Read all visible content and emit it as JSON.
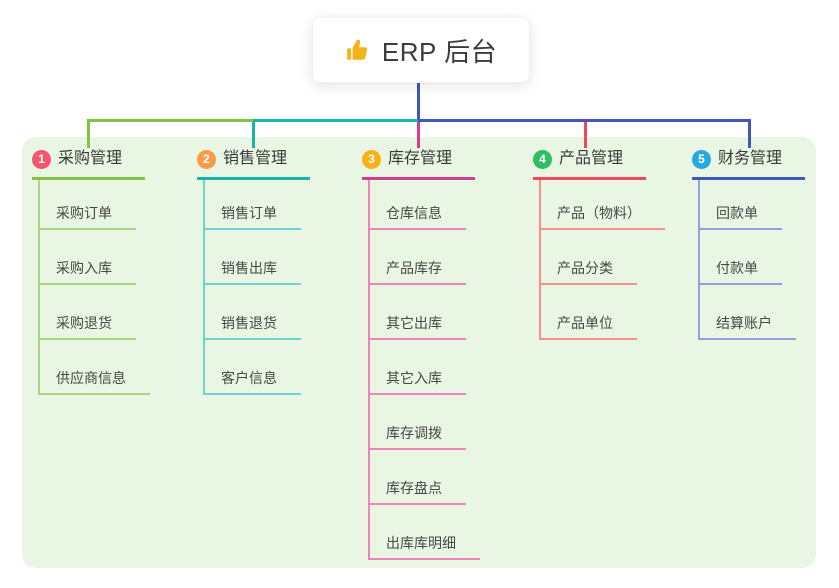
{
  "root": {
    "title": "ERP 后台",
    "icon": "thumbs-up",
    "connector_color": "#4056c0"
  },
  "branches": [
    {
      "badge": "1",
      "title": "采购管理",
      "accent": "#84c144",
      "accent_light": "#a9d685",
      "badge_color": "#f4566f",
      "children": [
        "采购订单",
        "采购入库",
        "采购退货",
        "供应商信息"
      ]
    },
    {
      "badge": "2",
      "title": "销售管理",
      "accent": "#16b5aa",
      "accent_light": "#6fd2cb",
      "badge_color": "#f99b47",
      "children": [
        "销售订单",
        "销售出库",
        "销售退货",
        "客户信息"
      ]
    },
    {
      "badge": "3",
      "title": "库存管理",
      "accent": "#d43e8d",
      "accent_light": "#ef86ba",
      "badge_color": "#f8b117",
      "children": [
        "仓库信息",
        "产品库存",
        "其它出库",
        "其它入库",
        "库存调拨",
        "库存盘点",
        "出库库明细"
      ]
    },
    {
      "badge": "4",
      "title": "产品管理",
      "accent": "#f04a5a",
      "accent_light": "#f5908f",
      "badge_color": "#31bd63",
      "children": [
        "产品（物料）",
        "产品分类",
        "产品单位"
      ]
    },
    {
      "badge": "5",
      "title": "财务管理",
      "accent": "#4056c0",
      "accent_light": "#93a2dc",
      "badge_color": "#28a8e0",
      "children": [
        "回款单",
        "付款单",
        "结算账户"
      ]
    }
  ],
  "panel_color": "#e9f6e3"
}
